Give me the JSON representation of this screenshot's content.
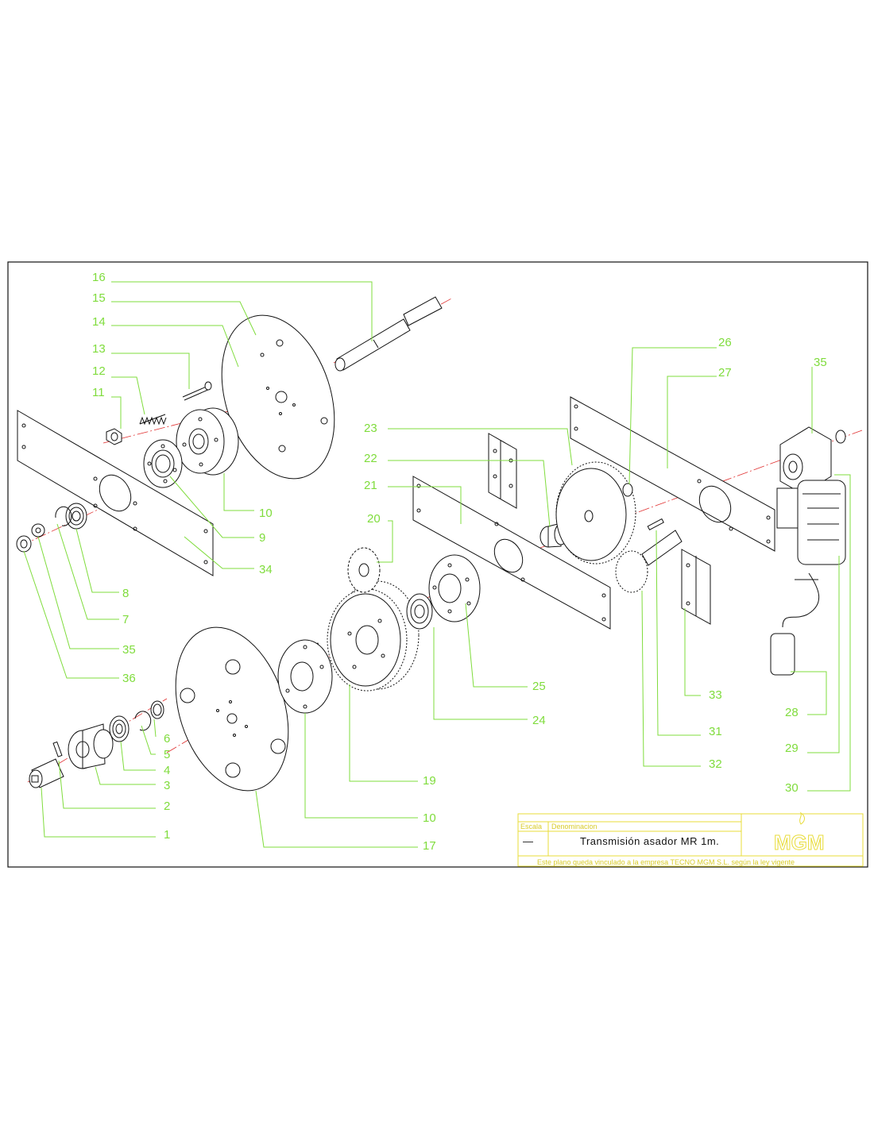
{
  "drawing": {
    "part_labels": [
      "16",
      "15",
      "14",
      "13",
      "12",
      "11",
      "10",
      "9",
      "34",
      "8",
      "7",
      "35",
      "36",
      "26",
      "27",
      "35",
      "23",
      "22",
      "21",
      "20",
      "25",
      "24",
      "19",
      "10",
      "17",
      "33",
      "31",
      "32",
      "28",
      "29",
      "30",
      "6",
      "5",
      "4",
      "3",
      "2",
      "1"
    ]
  },
  "title_block": {
    "escala_label": "Escala",
    "denominacion_label": "Denominacion",
    "escala_value": "—",
    "title": "Transmisión asador MR 1m.",
    "footer": "Este plano queda vinculado a la empresa TECNO MGM S.L. según la ley vigente",
    "logo_text": "MGM"
  },
  "colors": {
    "label": "#7fdc3c",
    "axis": "#e03030",
    "title_block": "#e8dc3a",
    "line": "#111111"
  }
}
